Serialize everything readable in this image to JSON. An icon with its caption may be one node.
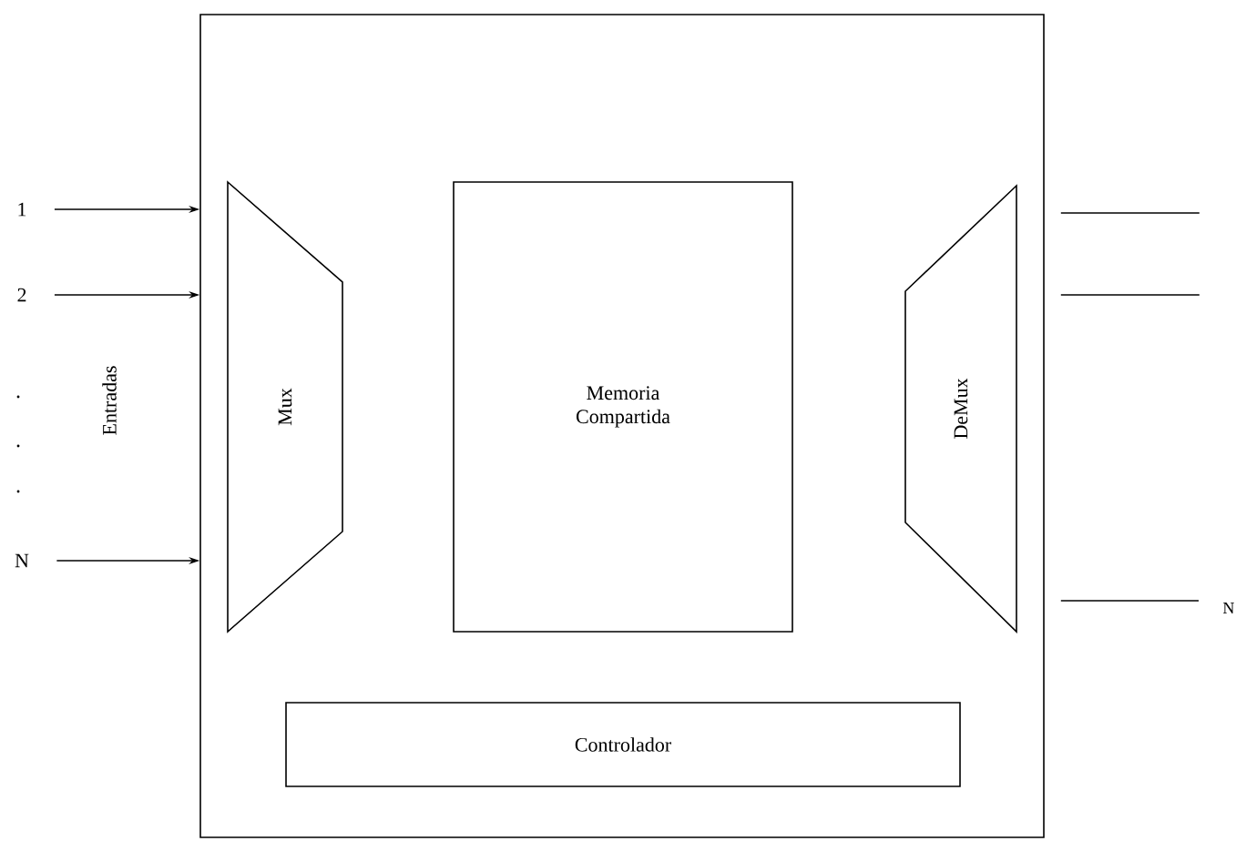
{
  "diagram": {
    "nodes": [
      {
        "text": [],
        "shape": "box"
      },
      {
        "text": [
          "Mux"
        ],
        "in": 0
      },
      {
        "text": [
          "Memoria Compartida"
        ],
        "in": 0
      },
      {
        "text": [
          "DeMux"
        ],
        "in": 0
      },
      {
        "text": [
          "Controlador"
        ],
        "in": 0
      },
      {
        "text": [
          "1"
        ]
      },
      {
        "text": [
          "2"
        ]
      },
      {
        "text": [
          "N"
        ]
      },
      {
        "text": [
          "N"
        ]
      }
    ],
    "edges": [
      {
        "from": 5,
        "to": 0,
        "arrow": "to"
      },
      {
        "from": 6,
        "to": 0,
        "arrow": "to"
      },
      {
        "from": 7,
        "to": 0,
        "arrow": "to"
      },
      {
        "from": 0,
        "to": null,
        "arrow": "none"
      },
      {
        "from": 0,
        "to": null,
        "arrow": "none"
      },
      {
        "from": 0,
        "to": 8,
        "arrow": "none"
      }
    ],
    "labels": [
      "Entradas"
    ]
  }
}
